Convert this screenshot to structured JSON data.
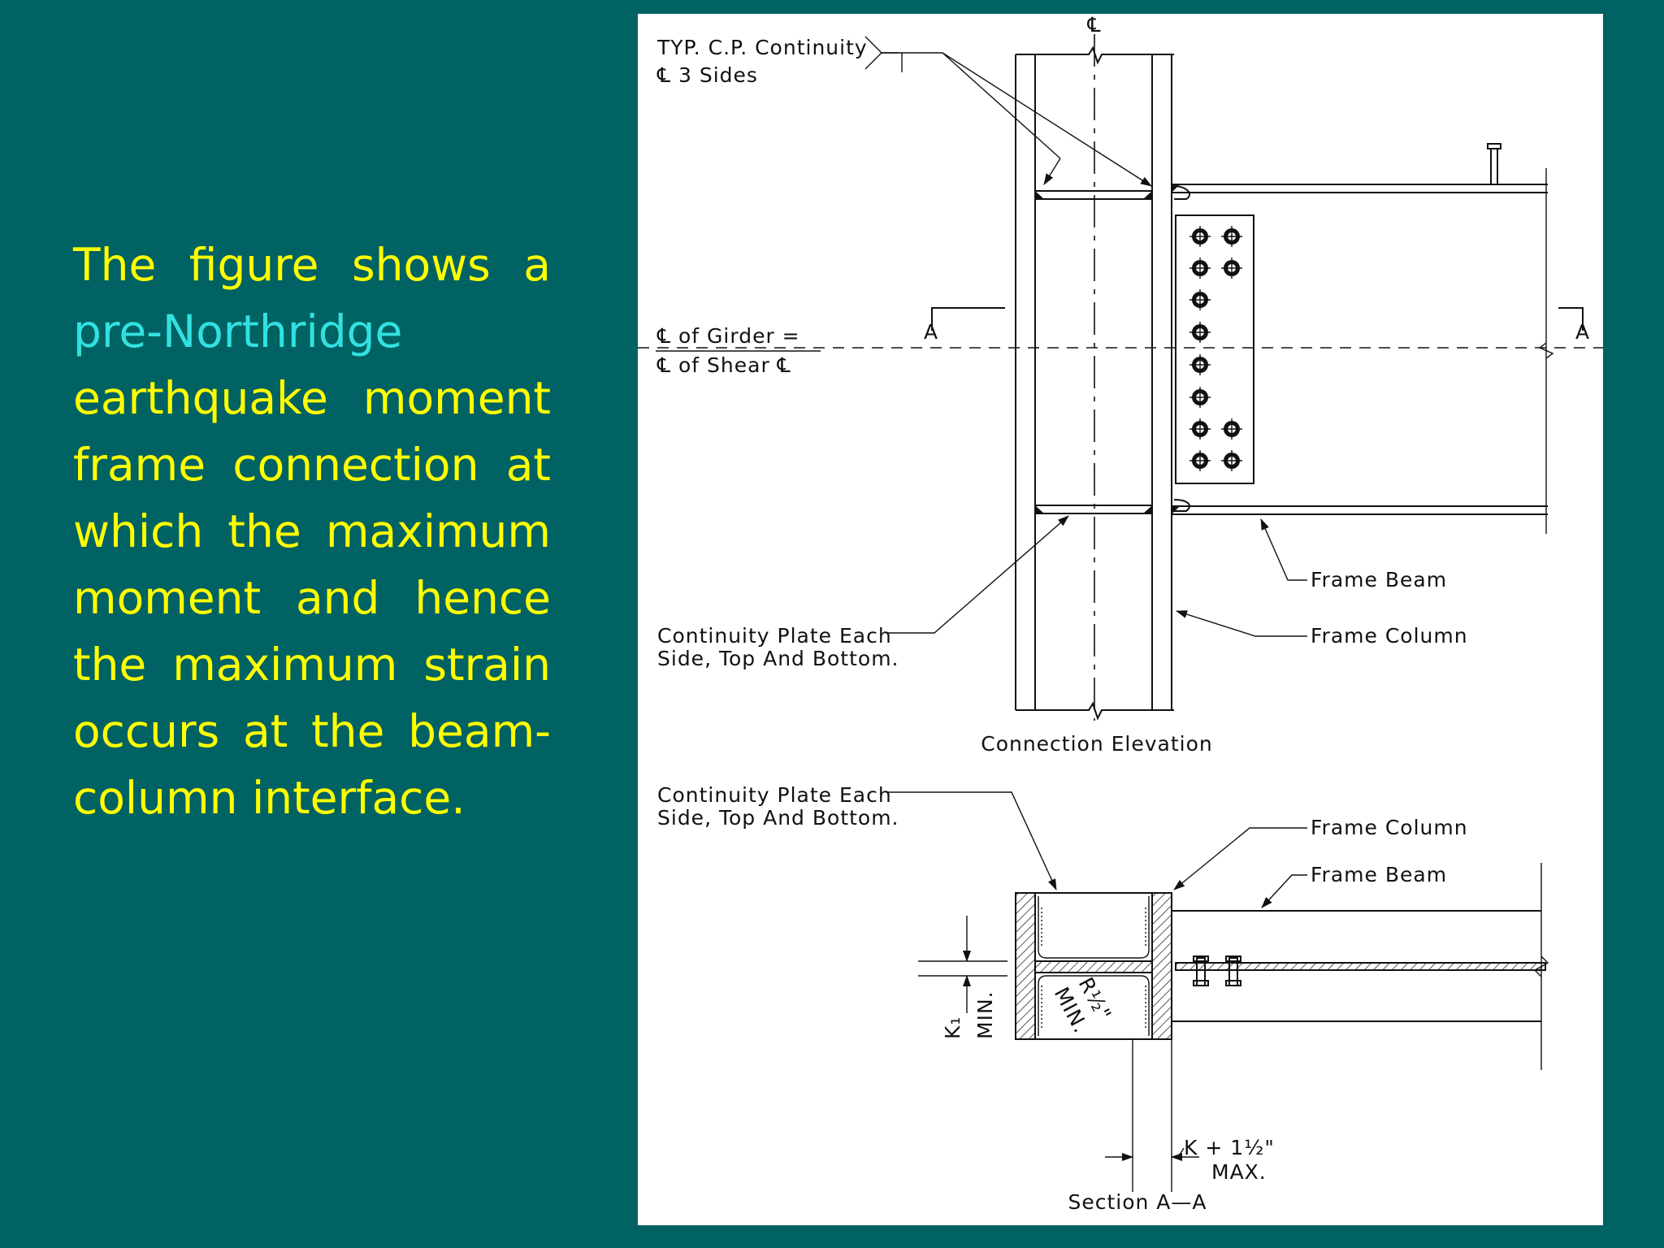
{
  "slide": {
    "text_before": "The figure shows a ",
    "highlight": "pre-Northridge",
    "text_after": " earthquake moment frame connection at which the maximum moment and hence the maximum strain occurs at the beam-column interface.",
    "text_color": "#ffff00",
    "highlight_color": "#33e0e0",
    "background_color": "#006262"
  },
  "drawing": {
    "centerline_symbol": "℄",
    "typ_cp_line1": "TYP. C.P. Continuity",
    "typ_cp_line2": "℄ 3 Sides",
    "girder_line1": "℄ of Girder =",
    "girder_line2": "℄ of Shear ℄",
    "section_mark": "A",
    "continuity_line1": "Continuity Plate Each",
    "continuity_line2": "Side, Top And Bottom.",
    "frame_beam": "Frame Beam",
    "frame_column": "Frame Column",
    "elevation_title": "Connection Elevation",
    "section_title": "Section A—A",
    "dim_k_plus": "K + 1½\"",
    "dim_max": "MAX.",
    "dim_r_half": "R½\"",
    "dim_min": "MIN.",
    "dim_k1": "K₁"
  }
}
